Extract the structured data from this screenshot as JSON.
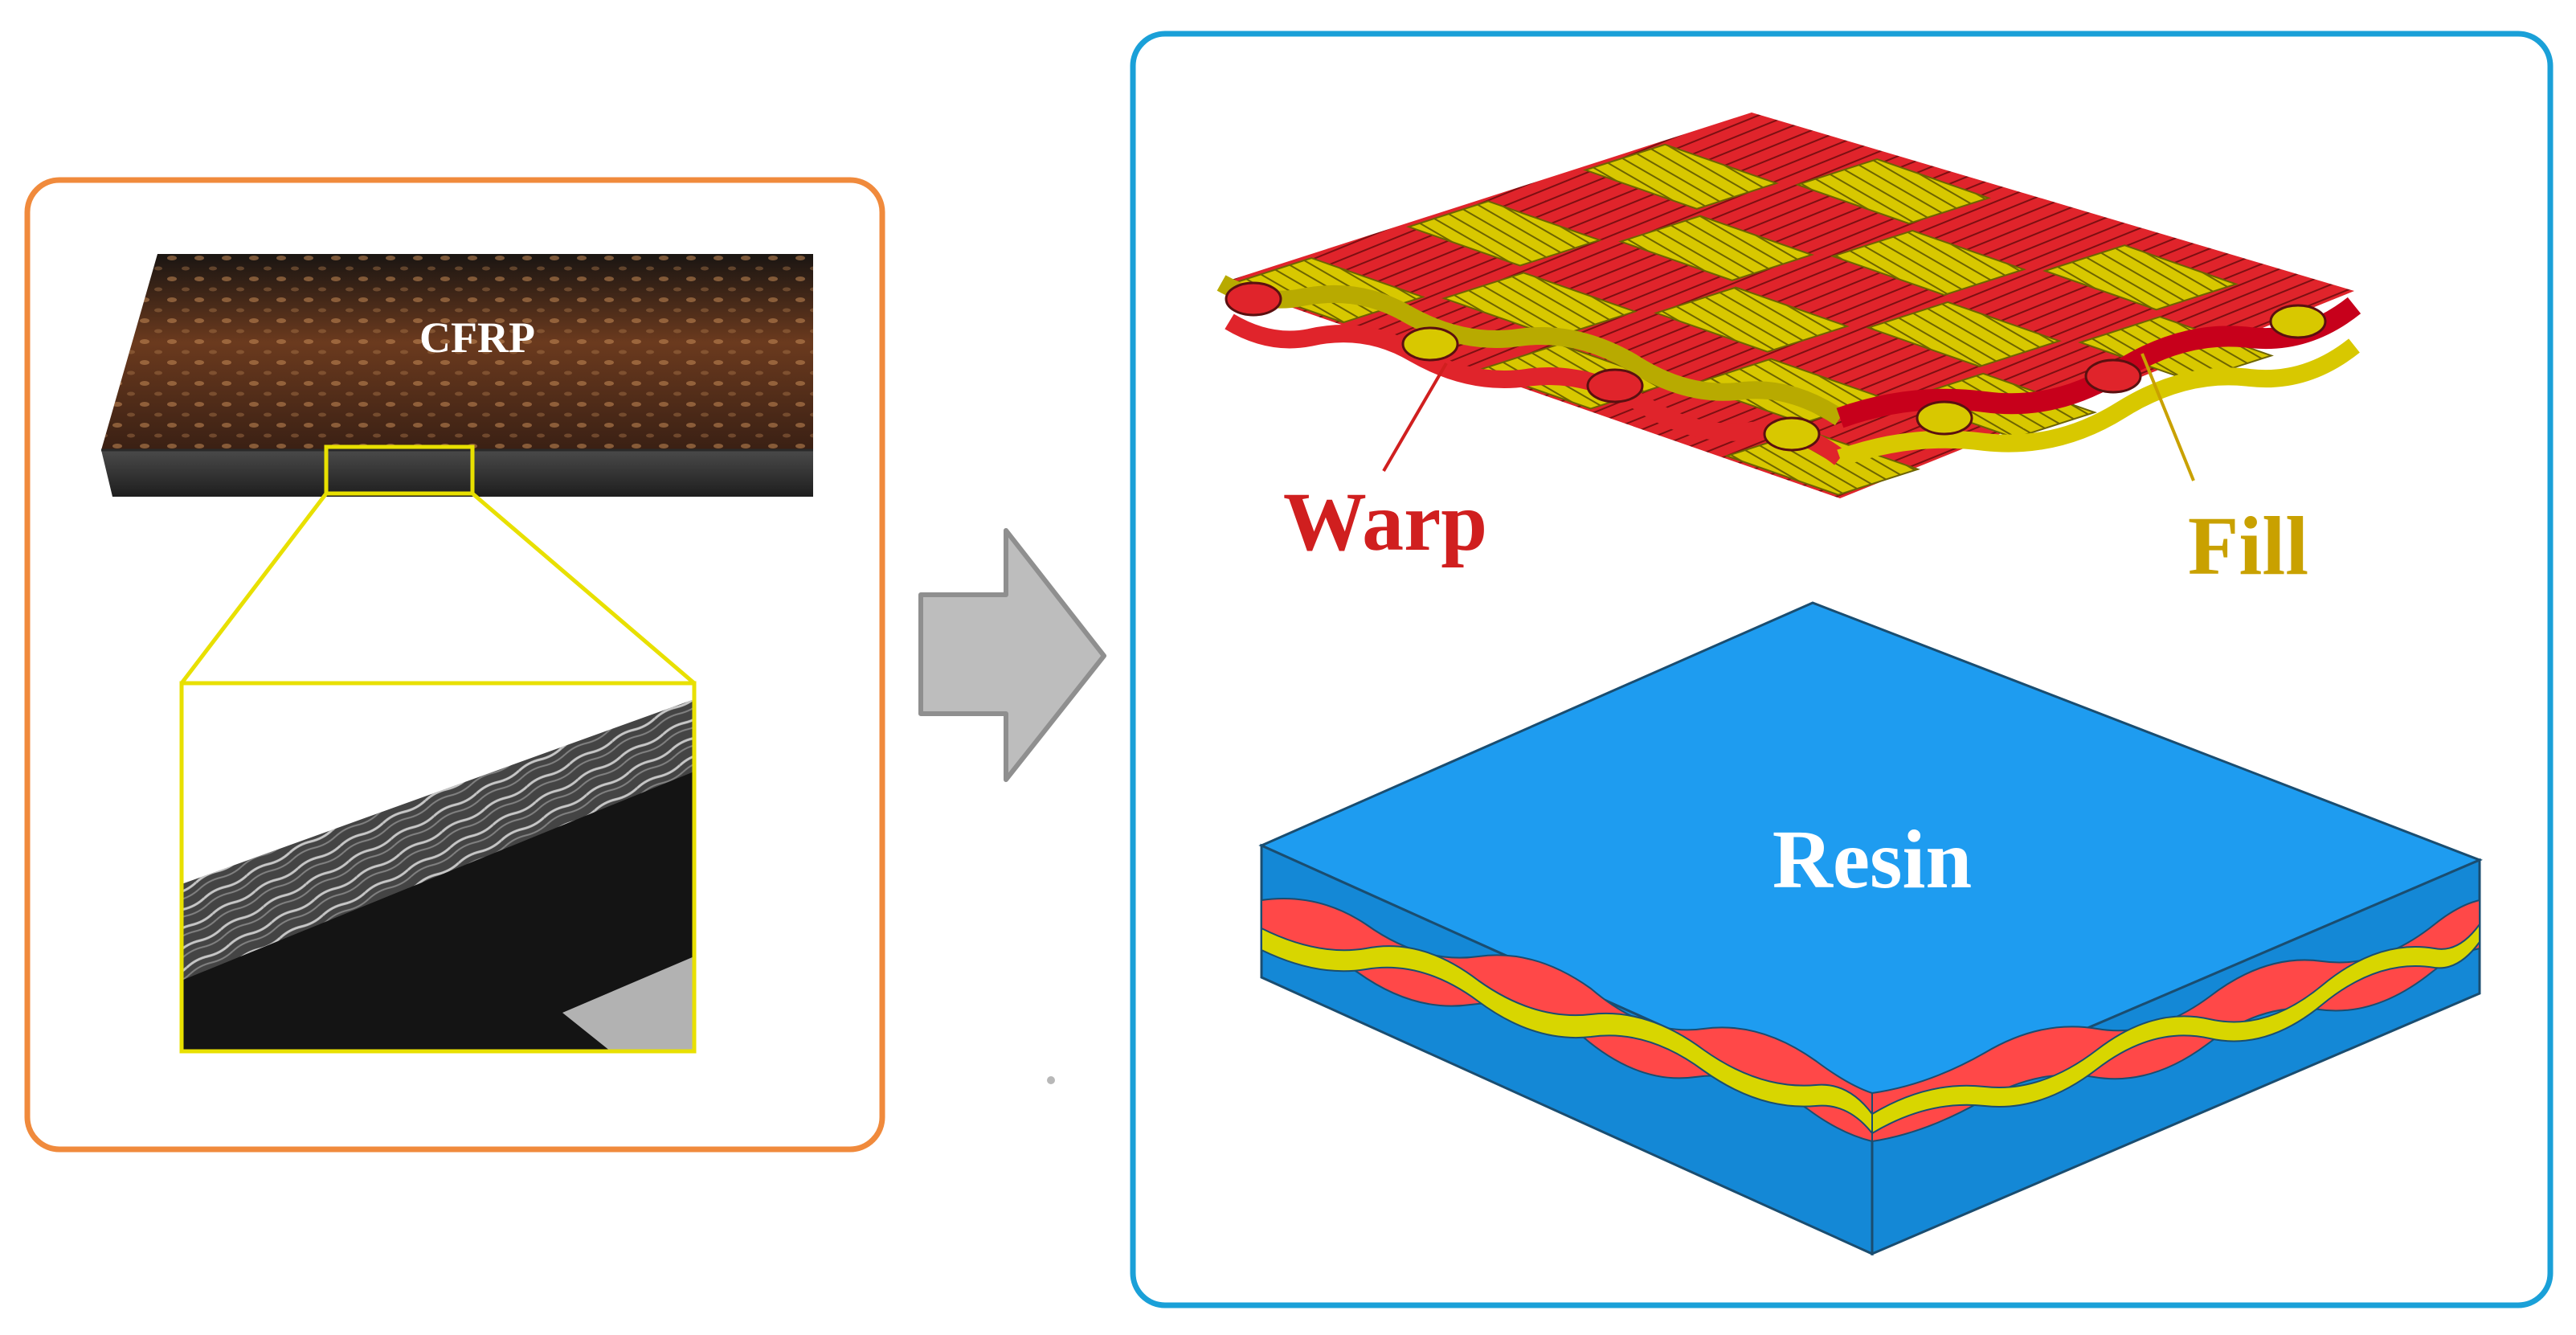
{
  "labels": {
    "cfrp": "CFRP",
    "warp": "Warp",
    "fill": "Fill",
    "resin": "Resin"
  },
  "colors": {
    "left_frame": "#f08a3c",
    "right_frame": "#1aa0d8",
    "zoom_box": "#e8e000",
    "arrow": "#bdbdbd",
    "warp": "#e0242b",
    "fill": "#d8c800",
    "fill_label": "#c9a100",
    "warp_label": "#d01f1f",
    "resin_top": "#1e9cf0",
    "resin_side": "#1488d6"
  },
  "icons": {
    "process_arrow": "right-arrow-icon"
  }
}
